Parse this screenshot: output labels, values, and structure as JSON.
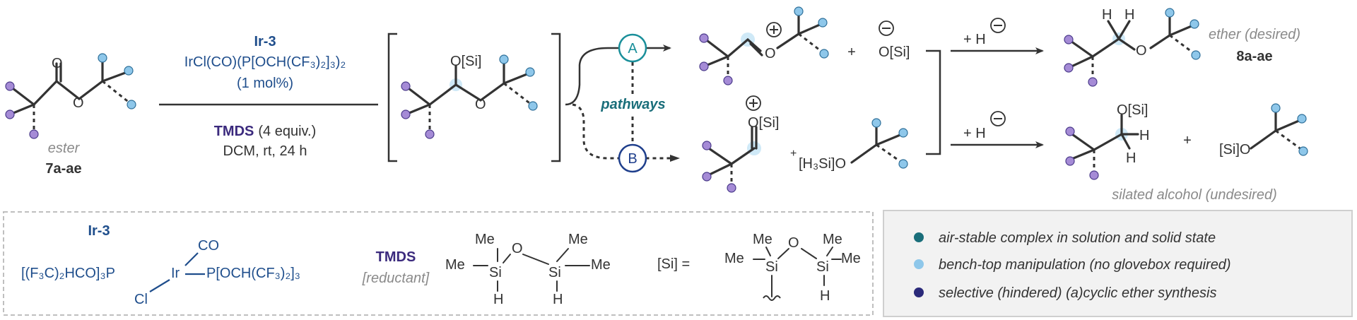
{
  "colors": {
    "teal": "#1a6e7a",
    "light_blue": "#8ec7ea",
    "purple": "#a58bd6",
    "dark_navy": "#2b2a7a",
    "catalyst_blue": "#1f4e8c",
    "tmds_purple": "#3b2a7d"
  },
  "reaction": {
    "catalyst_name": "Ir-3",
    "catalyst_formula": "IrCl(CO)(P[OCH(CF₃)₂]₃)₂",
    "catalyst_loading": "(1 mol%)",
    "reductant_name": "TMDS",
    "reductant_amount": "(4 equiv.)",
    "conditions": "DCM, rt, 24 h"
  },
  "labels": {
    "ester": "ester",
    "ester_ids": "7a-ae",
    "osi": "O[Si]",
    "o": "O",
    "plus": "+",
    "hydride": "+ H",
    "pathway_a": "A",
    "pathway_b": "B",
    "pathways": "pathways",
    "h3sio": "[H₃Si]O",
    "sio": "[Si]O",
    "h": "H",
    "ether_desired": "ether (desired)",
    "ether_ids": "8a-ae",
    "silated_alcohol": "silated alcohol (undesired)"
  },
  "legend": {
    "ir3_title": "Ir-3",
    "ir3_left": "[(F₃C)₂HCO]₃P",
    "ir3_center": "Ir",
    "ir3_right": "P[OCH(CF₃)₂]₃",
    "ir3_co": "CO",
    "ir3_cl": "Cl",
    "tmds_title": "TMDS",
    "tmds_role": "[reductant]",
    "me": "Me",
    "si": "Si",
    "o": "O",
    "h": "H",
    "si_def": "[Si] =",
    "features": [
      {
        "text": "air-stable complex in solution and solid state",
        "color": "#1a6e7a"
      },
      {
        "text": "bench-top manipulation (no glovebox required)",
        "color": "#8ec7ea"
      },
      {
        "text": "selective (hindered) (a)cyclic ether synthesis",
        "color": "#2b2a7a"
      }
    ]
  }
}
